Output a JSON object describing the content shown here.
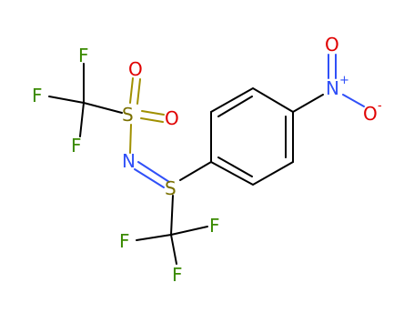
{
  "colors": {
    "carbon": "#000000",
    "fluorine": "#9aa019",
    "fluorine_text": "#3a8a00",
    "oxygen": "#e00000",
    "nitrogen": "#3050f8",
    "sulfur": "#a09000",
    "sulfur_text": "#7a7000"
  },
  "atoms": {
    "f1": "F",
    "f2": "F",
    "f3": "F",
    "s_sulfonyl": "S",
    "o1": "O",
    "o2": "O",
    "n_imine": "N",
    "s_sulfilimine": "S",
    "f4": "F",
    "f5": "F",
    "f6": "F",
    "n_nitro": "N",
    "n_nitro_charge": "+",
    "o_nitro_top": "O",
    "o_nitro_right": "O",
    "o_nitro_right_charge": "-"
  }
}
